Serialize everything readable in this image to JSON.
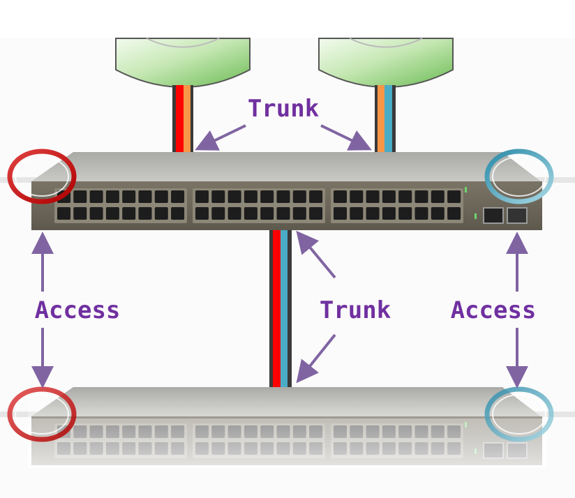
{
  "diagram": {
    "title": "",
    "labels": {
      "trunk_top": "Trunk",
      "trunk_middle": "Trunk",
      "access_left": "Access",
      "access_right": "Access"
    },
    "nodes": [
      {
        "id": "router-left",
        "type": "router"
      },
      {
        "id": "router-right",
        "type": "router"
      },
      {
        "id": "switch-top",
        "type": "switch",
        "ports": 48,
        "uplink_ports": 2
      },
      {
        "id": "switch-bottom",
        "type": "switch",
        "ports": 48,
        "uplink_ports": 2
      }
    ],
    "links": [
      {
        "from": "router-left",
        "to": "switch-top",
        "kind": "trunk",
        "vlan_colors": [
          "#ff0000",
          "#f79646"
        ]
      },
      {
        "from": "router-right",
        "to": "switch-top",
        "kind": "trunk",
        "vlan_colors": [
          "#f79646",
          "#4bacc6"
        ]
      },
      {
        "from": "switch-top",
        "to": "switch-bottom",
        "kind": "trunk",
        "vlan_colors": [
          "#ff0000",
          "#4bacc6"
        ]
      },
      {
        "side": "left",
        "kind": "access",
        "vlan_color": "#c00000"
      },
      {
        "side": "right",
        "kind": "access",
        "vlan_color": "#31849b"
      }
    ],
    "colors": {
      "label": "#7030a0",
      "arrow": "#8064a2",
      "router_green": "#7cc36a",
      "switch_body": "#6b6558",
      "red_vlan": "#ff0000",
      "orange_vlan": "#f79646",
      "blue_vlan": "#4bacc6",
      "cable_outer": "#3a3a3a"
    }
  }
}
